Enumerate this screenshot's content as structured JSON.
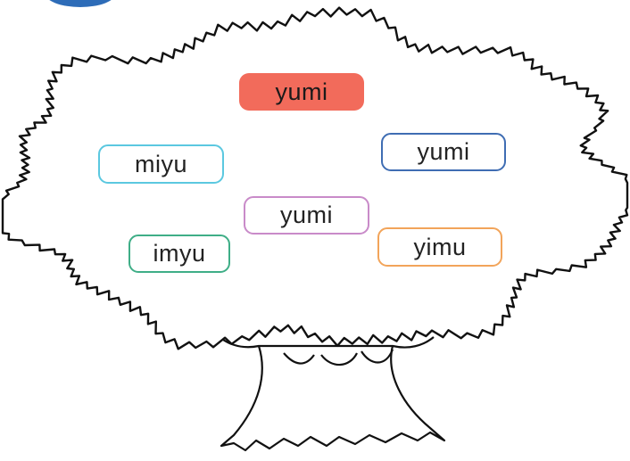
{
  "exercise": {
    "words": [
      {
        "text": "yumi",
        "border_color": "#f26b5b",
        "fill": "#f26b5b",
        "selected": true
      },
      {
        "text": "miyu",
        "border_color": "#5bc8e0",
        "fill": "#ffffff",
        "selected": false
      },
      {
        "text": "yumi",
        "border_color": "#3f6db3",
        "fill": "#ffffff",
        "selected": false
      },
      {
        "text": "yumi",
        "border_color": "#c98bc9",
        "fill": "#ffffff",
        "selected": false
      },
      {
        "text": "imyu",
        "border_color": "#3fae87",
        "fill": "#ffffff",
        "selected": false
      },
      {
        "text": "yimu",
        "border_color": "#f2a45a",
        "fill": "#ffffff",
        "selected": false
      }
    ]
  },
  "colors": {
    "badge": "#2d6cb8",
    "outline": "#111111",
    "background": "#ffffff"
  },
  "icons": {
    "tree": "tree-illustration",
    "badge": "corner-badge-icon"
  }
}
